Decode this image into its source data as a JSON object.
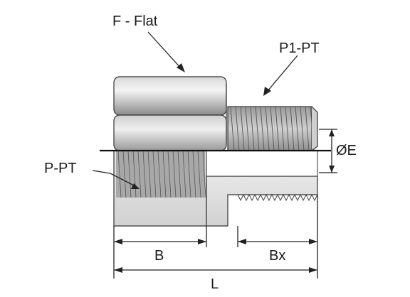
{
  "labels": {
    "flat": "F - Flat",
    "male_thread": "P1-PT",
    "female_thread": "P-PT",
    "diameter": "ØE",
    "female_length": "B",
    "male_length": "Bx",
    "overall_length": "L"
  }
}
